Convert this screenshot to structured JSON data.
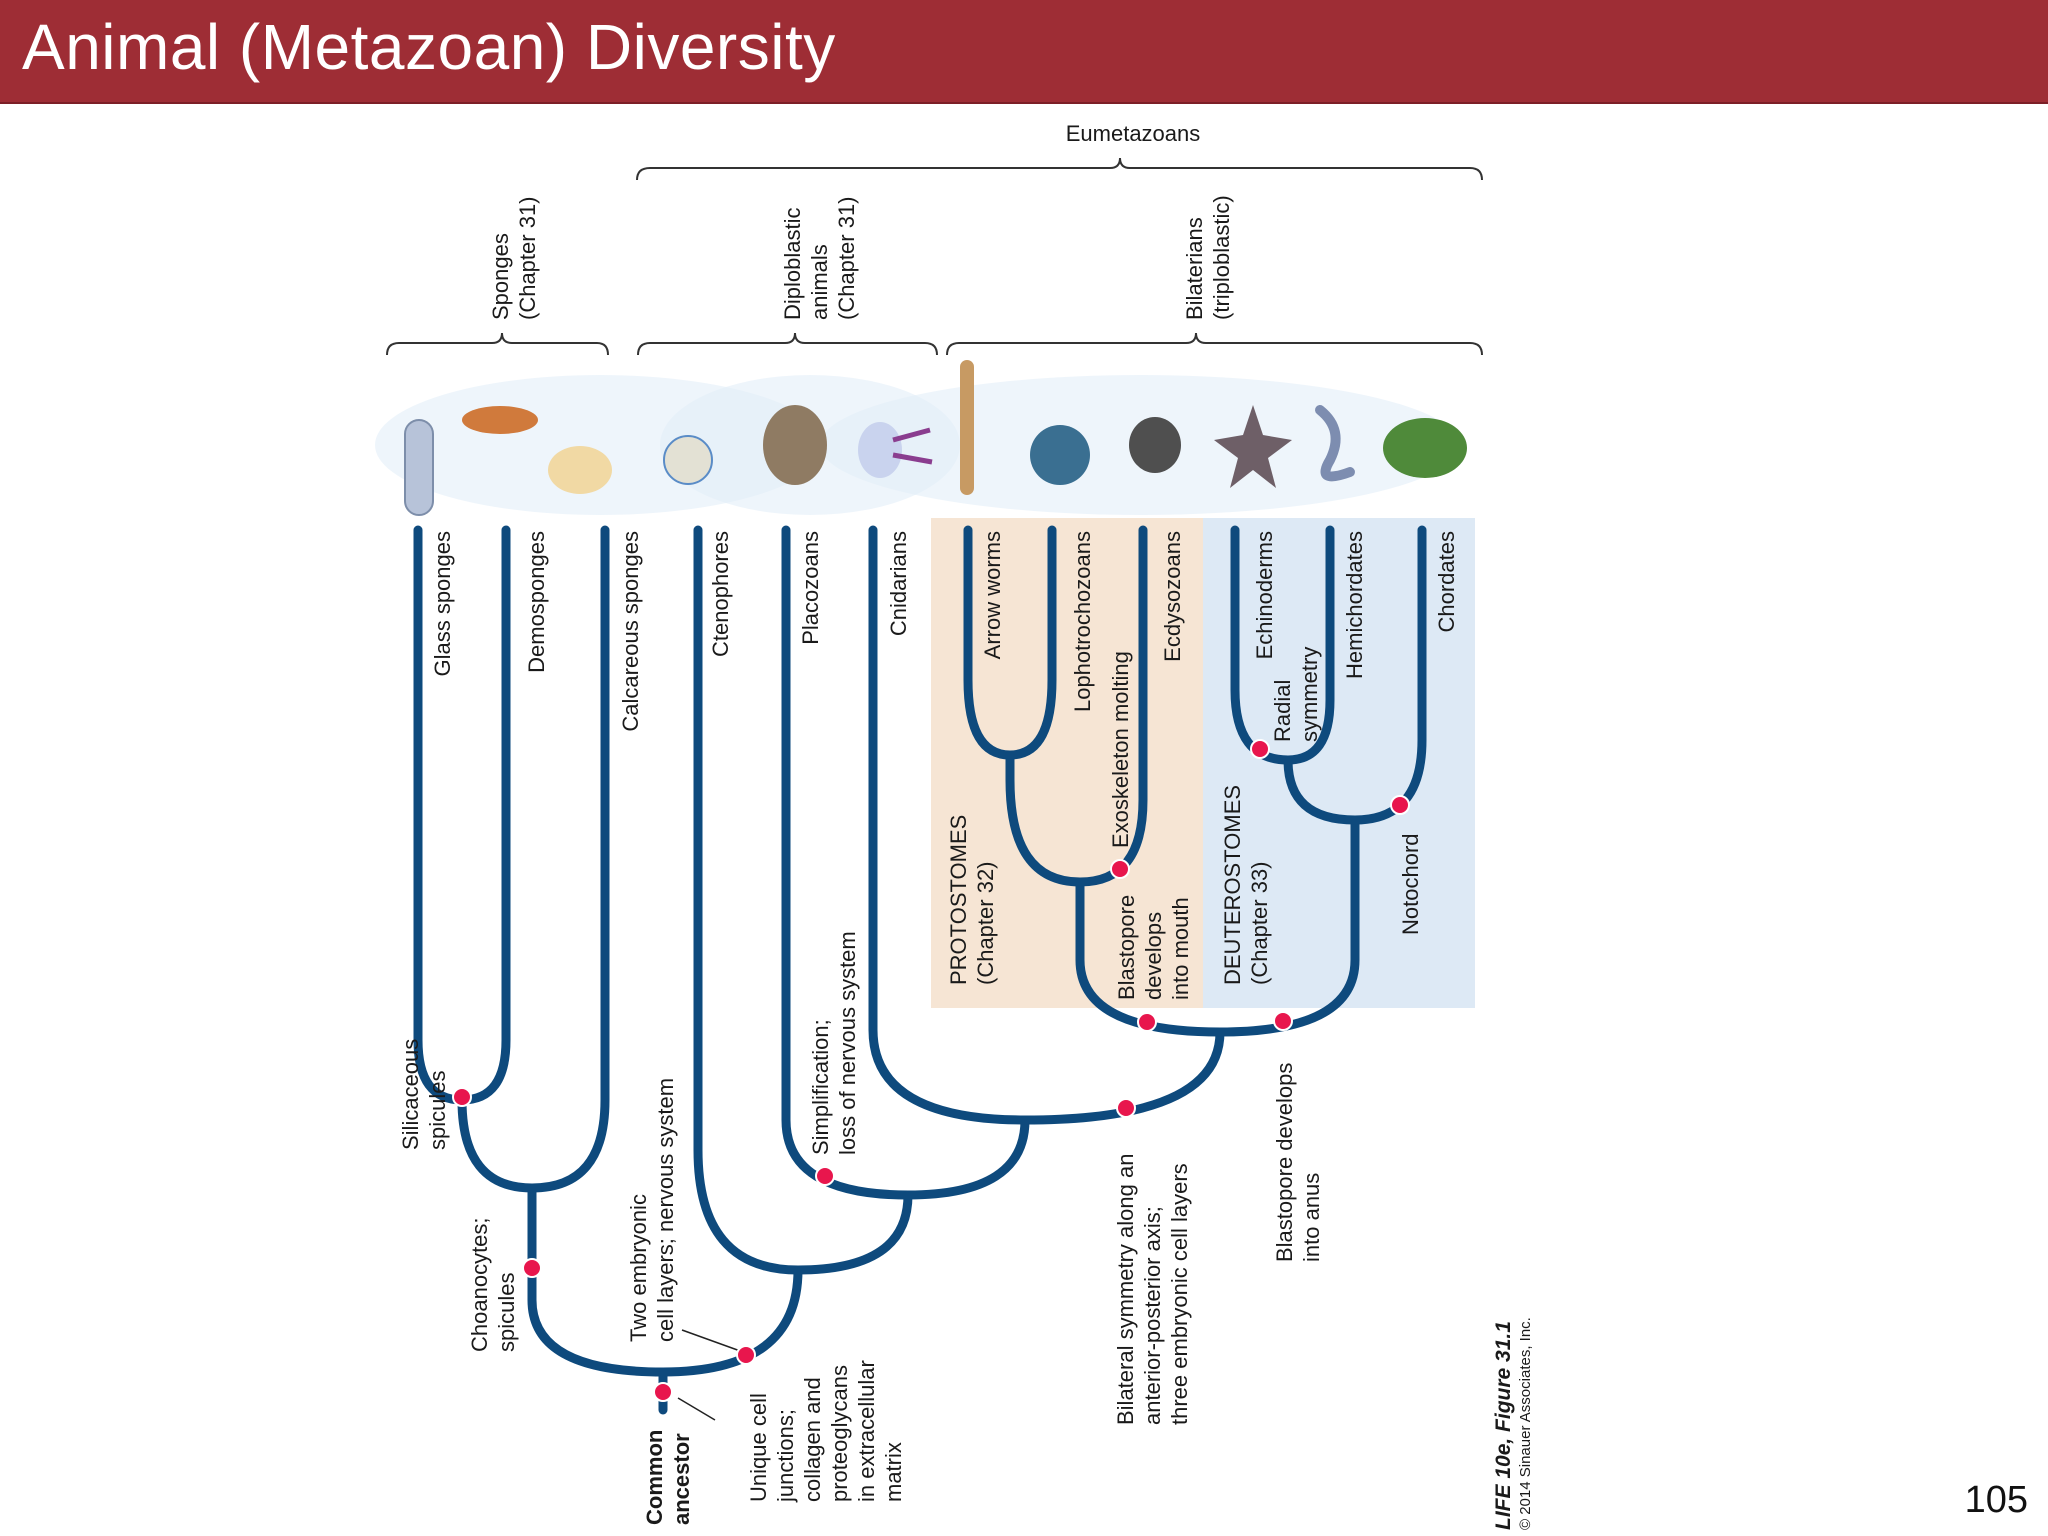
{
  "slide": {
    "title": "Animal (Metazoan) Diversity",
    "page_number": "105"
  },
  "groups": {
    "eumetazoans": "Eumetazoans",
    "sponges": [
      "Sponges",
      "(Chapter 31)"
    ],
    "diploblastic": [
      "Diploblastic",
      "animals",
      "(Chapter 31)"
    ],
    "bilaterians": [
      "Bilaterians",
      "(triploblastic)"
    ]
  },
  "taxa": [
    "Glass sponges",
    "Demosponges",
    "Calcareous sponges",
    "Ctenophores",
    "Placozoans",
    "Cnidarians",
    "Arrow worms",
    "Lophotrochozoans",
    "Ecdysozoans",
    "Echinoderms",
    "Hemichordates",
    "Chordates"
  ],
  "clades": {
    "protostomes": [
      "PROTOSTOMES",
      "(Chapter 32)"
    ],
    "deuterostomes": [
      "DEUTEROSTOMES",
      "(Chapter 33)"
    ]
  },
  "traits": {
    "common_ancestor": [
      "Common",
      "ancestor"
    ],
    "unique_junctions": [
      "Unique cell",
      "junctions;",
      "collagen and",
      "proteoglycans",
      "in extracellular",
      "matrix"
    ],
    "choanocytes": [
      "Choanocytes;",
      "spicules"
    ],
    "silicaceous": [
      "Silicaceous",
      "spicules"
    ],
    "two_layers": [
      "Two embryonic",
      "cell layers; nervous system"
    ],
    "simplification": [
      "Simplification;",
      "loss of nervous system"
    ],
    "bilateral": [
      "Bilateral symmetry along an",
      "anterior-posterior axis;",
      "three embryonic cell layers"
    ],
    "blastopore_mouth": [
      "Blastopore",
      "develops",
      "into mouth"
    ],
    "exoskeleton": "Exoskeleton molting",
    "blastopore_anus": [
      "Blastopore develops",
      "into anus"
    ],
    "radial": [
      "Radial",
      "symmetry"
    ],
    "notochord": "Notochord"
  },
  "credit": {
    "figure": "LIFE 10e, Figure 31.1",
    "copyright": "© 2014 Sinauer Associates, Inc."
  },
  "colors": {
    "title_bar": "#9e2d35",
    "branch": "#0e4a7d",
    "node": "#e8164d",
    "protostome_box": "#f6e5d4",
    "deuterostome_box": "#dde9f5"
  }
}
